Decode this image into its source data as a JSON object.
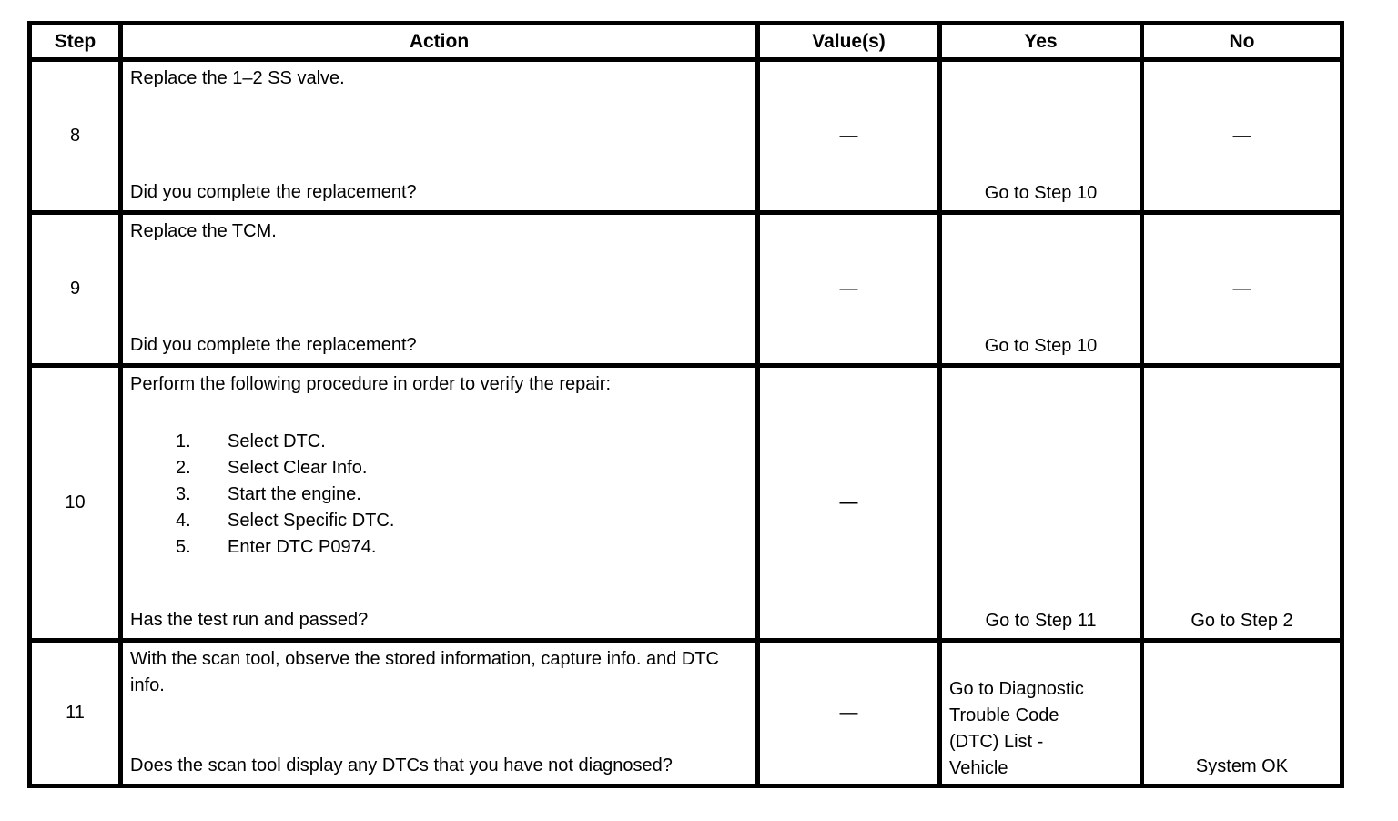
{
  "table": {
    "headers": [
      "Step",
      "Action",
      "Value(s)",
      "Yes",
      "No"
    ]
  },
  "rows": [
    {
      "step": "8",
      "action": "Replace the 1–2 SS valve.",
      "question": "Did you complete the replacement?",
      "value": "—",
      "yes": "Go to Step 10",
      "no": "—"
    },
    {
      "step": "9",
      "action": "Replace the TCM.",
      "question": "Did you complete the replacement?",
      "value": "—",
      "yes": "Go to Step 10",
      "no": "—"
    },
    {
      "step": "10",
      "action": "Perform the following procedure in order to verify the repair:",
      "list": [
        {
          "num": "1.",
          "text": "Select DTC."
        },
        {
          "num": "2.",
          "text": "Select Clear Info."
        },
        {
          "num": "3.",
          "text": "Start the engine."
        },
        {
          "num": "4.",
          "text": "Select Specific DTC."
        },
        {
          "num": "5.",
          "text": "Enter DTC P0974."
        }
      ],
      "question": "Has the test run and passed?",
      "value": "—",
      "yes": "Go to Step 11",
      "no": "Go to Step 2"
    },
    {
      "step": "11",
      "action": "With the scan tool, observe the stored information, capture info. and DTC info.",
      "question": "Does the scan tool display any DTCs that you have not diagnosed?",
      "value": "—",
      "yes_lines": [
        "Go to Diagnostic",
        "Trouble Code",
        "(DTC) List -",
        "Vehicle"
      ],
      "no": "System OK"
    }
  ]
}
